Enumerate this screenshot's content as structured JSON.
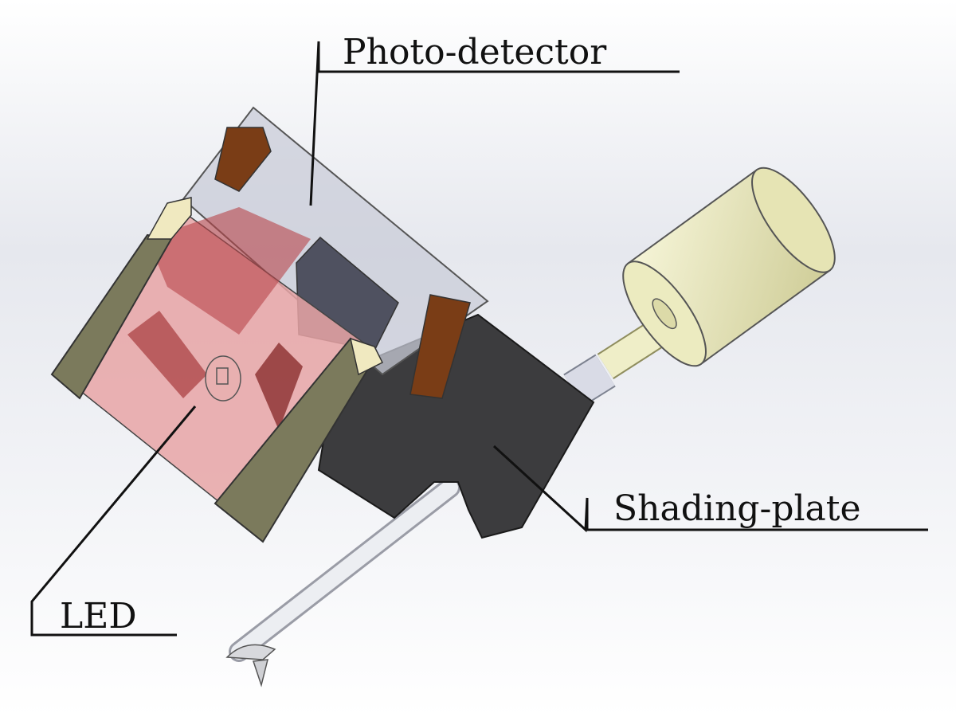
{
  "labels": {
    "photo_detector": "Photo-detector",
    "shading_plate": "Shading-plate",
    "led": "LED"
  },
  "colors": {
    "cylinder": "#ecebc0",
    "shading_plate": "#3c3c3e",
    "led_housing": "#7b7a5c",
    "led_transparent": "#e8a4a6",
    "brown_part": "#7a3d16",
    "detector_box": "#c9ccd8"
  }
}
